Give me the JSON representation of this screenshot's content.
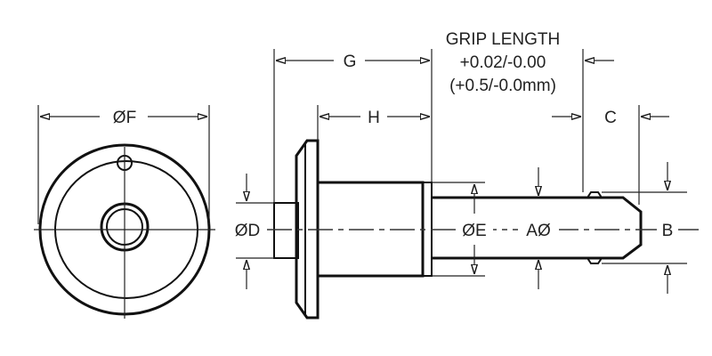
{
  "drawing": {
    "grip_length": {
      "title": "GRIP LENGTH",
      "tolerance_in": "+0.02/-0.00",
      "tolerance_mm": "(+0.5/-0.0mm)"
    },
    "dimensions": {
      "g": "G",
      "h": "H",
      "c": "C",
      "f": "ØF",
      "d": "ØD",
      "e": "ØE",
      "a": "AØ",
      "b": "B"
    },
    "line_color": "#111111",
    "background": "#ffffff"
  }
}
